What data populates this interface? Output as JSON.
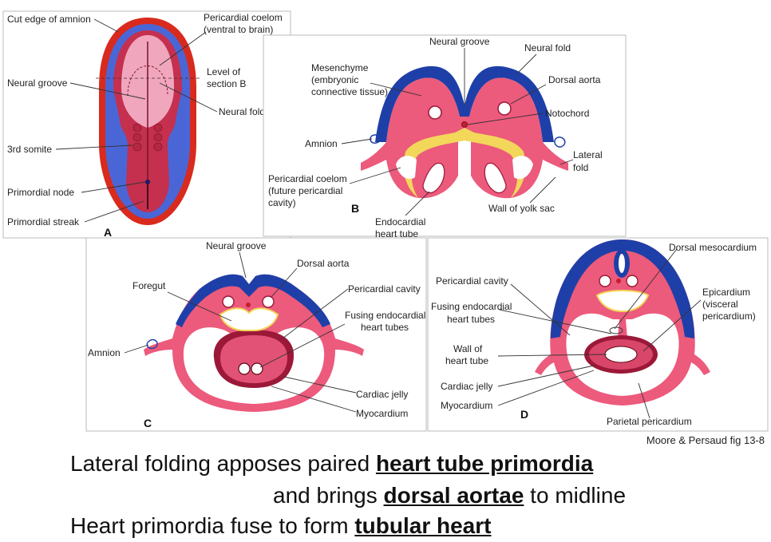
{
  "panels": {
    "a": {
      "letter": "A",
      "labels": {
        "cut_edge": "Cut edge of amnion",
        "pericardial_coelom_1": "Pericardial coelom",
        "pericardial_coelom_2": "(ventral to brain)",
        "level_1": "Level of",
        "level_2": "section B",
        "neural_groove": "Neural groove",
        "neural_fold": "Neural fold",
        "third_somite": "3rd somite",
        "primordial_node": "Primordial node",
        "primordial_streak": "Primordial streak"
      }
    },
    "b": {
      "letter": "B",
      "labels": {
        "neural_groove": "Neural groove",
        "neural_fold": "Neural fold",
        "mesenchyme_1": "Mesenchyme",
        "mesenchyme_2": "(embryonic",
        "mesenchyme_3": "connective tissue)",
        "dorsal_aorta": "Dorsal aorta",
        "notochord": "Notochord",
        "amnion": "Amnion",
        "lateral_fold_1": "Lateral",
        "lateral_fold_2": "fold",
        "pericardial_coelom_1": "Pericardial coelom",
        "pericardial_coelom_2": "(future pericardial",
        "pericardial_coelom_3": "cavity)",
        "wall_yolk_sac": "Wall of yolk sac",
        "endocardial_1": "Endocardial",
        "endocardial_2": "heart tube"
      }
    },
    "c": {
      "letter": "C",
      "labels": {
        "neural_groove": "Neural groove",
        "dorsal_aorta": "Dorsal aorta",
        "foregut": "Foregut",
        "pericardial_cavity": "Pericardial cavity",
        "fusing_1": "Fusing endocardial",
        "fusing_2": "heart tubes",
        "amnion": "Amnion",
        "cardiac_jelly": "Cardiac jelly",
        "myocardium": "Myocardium"
      }
    },
    "d": {
      "letter": "D",
      "labels": {
        "dorsal_mesocardium": "Dorsal mesocardium",
        "pericardial_cavity": "Pericardial cavity",
        "epicardium_1": "Epicardium",
        "epicardium_2": "(visceral",
        "epicardium_3": "pericardium)",
        "fusing_1": "Fusing endocardial",
        "fusing_2": "heart tubes",
        "wall_1": "Wall of",
        "wall_2": "heart tube",
        "cardiac_jelly": "Cardiac jelly",
        "myocardium": "Myocardium",
        "parietal": "Parietal pericardium"
      }
    }
  },
  "credit": "Moore & Persaud fig 13-8",
  "caption": {
    "line1_pre": "Lateral folding apposes paired ",
    "line1_bold": "heart tube primordia",
    "line2_pre": "and brings ",
    "line2_bold": "dorsal aortae",
    "line2_post": " to midline",
    "line3_pre": "Heart primordia fuse to form ",
    "line3_bold": "tubular heart"
  },
  "colors": {
    "tissue": "#ec5a7c",
    "ectoderm": "#1f3fa8",
    "amnion_red": "#d92a1e",
    "embryo_light": "#e8a0b8",
    "yellow": "#f2d75a",
    "heart_dark": "#9c1838"
  }
}
